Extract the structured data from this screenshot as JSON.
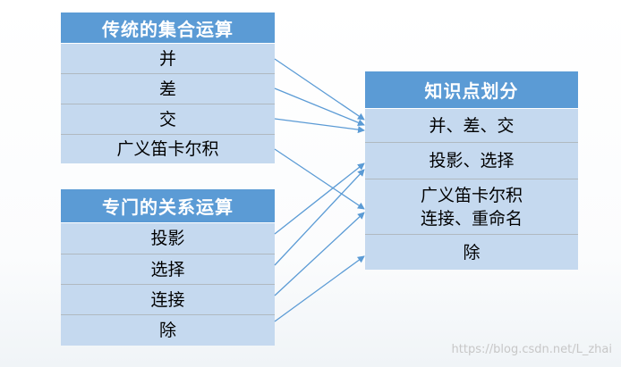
{
  "table_traditional": {
    "title": "传统的集合运算",
    "rows": [
      "并",
      "差",
      "交",
      "广义笛卡尔积"
    ]
  },
  "table_special": {
    "title": "专门的关系运算",
    "rows": [
      "投影",
      "选择",
      "连接",
      "除"
    ]
  },
  "table_knowledge": {
    "title": "知识点划分",
    "rows": [
      "并、差、交",
      "投影、选择",
      "广义笛卡尔积\n连接、重命名",
      "除"
    ]
  },
  "watermark": "https://blog.csdn.net/L_zhai",
  "colors": {
    "header": "#5b9bd5",
    "cell": "#c5d9ef",
    "arrow": "#5b9bd5"
  }
}
